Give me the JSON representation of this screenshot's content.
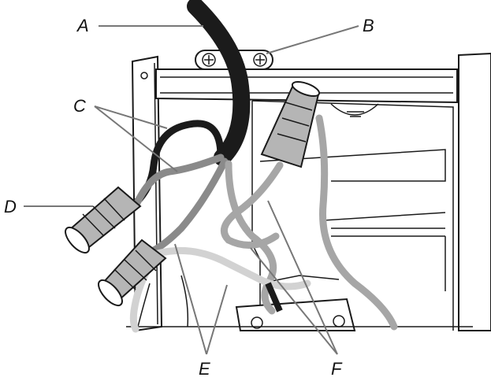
{
  "labels": {
    "a": "A",
    "b": "B",
    "c": "C",
    "d": "D",
    "e": "E",
    "f": "F"
  },
  "colors": {
    "cable_black": "#1b1b1b",
    "wire_dark_gray": "#8a8a8a",
    "wire_mid_gray": "#a6a6a6",
    "wire_light_gray": "#d2d2d2",
    "connector_fill": "#b5b5b5",
    "leader_line": "#777777"
  }
}
